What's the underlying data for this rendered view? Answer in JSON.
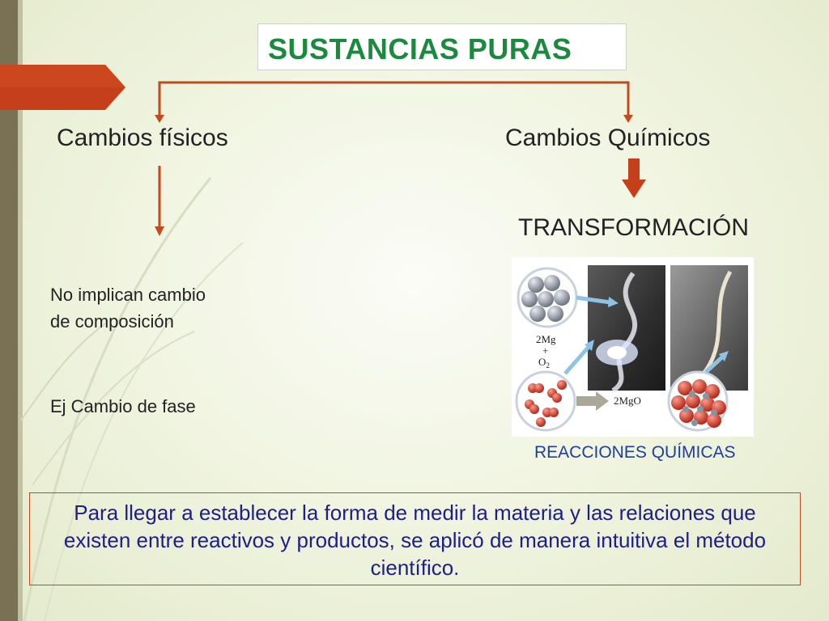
{
  "title": "SUSTANCIAS PURAS",
  "branches": {
    "physical": {
      "heading": "Cambios físicos",
      "description_line1": "No implican cambio",
      "description_line2": "de composición",
      "example": "Ej Cambio de fase"
    },
    "chemical": {
      "heading": "Cambios Químicos",
      "result": "TRANSFORMACIÓN",
      "caption": "REACCIONES QUÍMICAS"
    }
  },
  "illustration": {
    "reactant_label": "2Mg",
    "plus": "+",
    "oxygen_label": "O",
    "oxygen_sub": "2",
    "product_label": "2MgO"
  },
  "note": "Para llegar a establecer la forma de medir la materia y las relaciones que existen entre reactivos y productos, se aplicó de manera intuitiva el método científico.",
  "colors": {
    "title": "#1b8a3e",
    "connector": "#c24a1e",
    "caption": "#1f3f9a",
    "note_text": "#1e1e8a"
  }
}
